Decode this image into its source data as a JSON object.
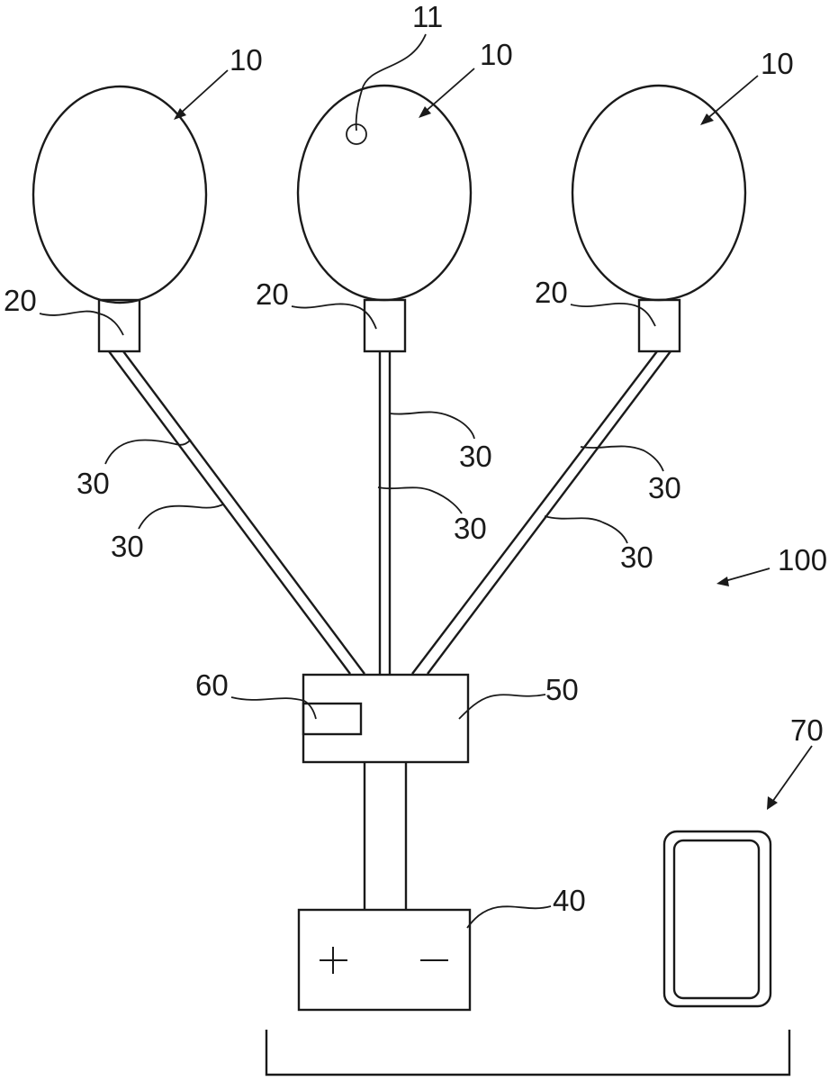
{
  "figure": {
    "type": "patent-schematic",
    "background": "#ffffff",
    "ink": "#1a1a1a",
    "labels": {
      "balloon_left": "10",
      "balloon_middle": "10",
      "balloon_right": "10",
      "sensor": "11",
      "connector_left": "20",
      "connector_middle": "20",
      "connector_right": "20",
      "wire_left_a": "30",
      "wire_left_b": "30",
      "wire_middle_a": "30",
      "wire_middle_b": "30",
      "wire_right_a": "30",
      "wire_right_b": "30",
      "system": "100",
      "controller": "50",
      "controller_module": "60",
      "battery": "40",
      "mobile_device": "70"
    },
    "battery_symbols": {
      "positive": "+",
      "negative": "−"
    },
    "components": [
      {
        "ref": "10",
        "name": "balloon",
        "count": 3
      },
      {
        "ref": "11",
        "name": "sensor"
      },
      {
        "ref": "20",
        "name": "connector",
        "count": 3
      },
      {
        "ref": "30",
        "name": "wire",
        "count": 6
      },
      {
        "ref": "40",
        "name": "battery"
      },
      {
        "ref": "50",
        "name": "controller"
      },
      {
        "ref": "60",
        "name": "controller-module"
      },
      {
        "ref": "70",
        "name": "mobile-device"
      },
      {
        "ref": "100",
        "name": "system"
      }
    ]
  }
}
